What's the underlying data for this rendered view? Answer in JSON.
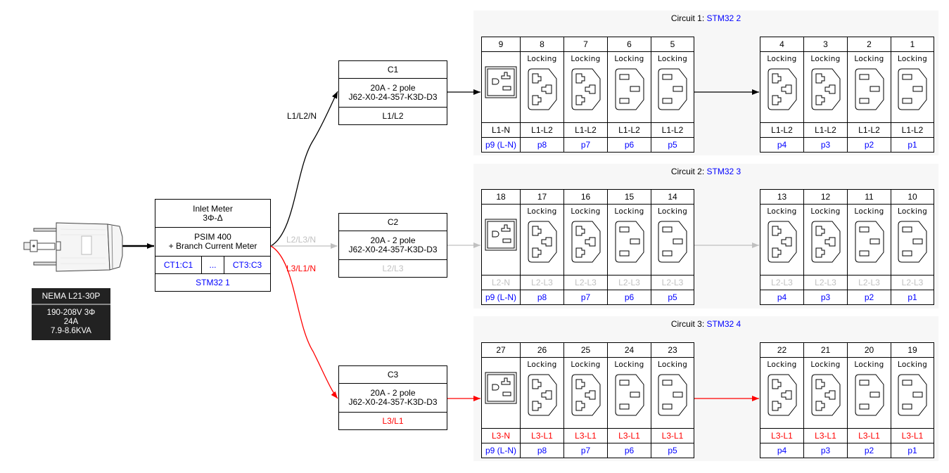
{
  "inlet": {
    "plug_type": "NEMA L21-30P",
    "specs": [
      "190-208V 3Φ",
      "24A",
      "7.9-8.6KVA"
    ]
  },
  "meter": {
    "title_lines": [
      "Inlet Meter",
      "3Φ-Δ"
    ],
    "model_lines": [
      "PSIM 400",
      "+ Branch Current Meter"
    ],
    "ct_cells": [
      "CT1:C1",
      "...",
      "CT3:C3"
    ],
    "controller": "STM32 1"
  },
  "feeds": [
    {
      "label": "L1/L2/N",
      "color": "#000000"
    },
    {
      "label": "L2/L3/N",
      "color": "#c0c0c0"
    },
    {
      "label": "L3/L1/N",
      "color": "#ff0000"
    }
  ],
  "breakers": [
    {
      "name": "C1",
      "rating": "20A - 2 pole",
      "part": "J62-X0-24-357-K3D-D3",
      "phase": "L1/L2",
      "phase_color": "#000000"
    },
    {
      "name": "C2",
      "rating": "20A - 2 pole",
      "part": "J62-X0-24-357-K3D-D3",
      "phase": "L2/L3",
      "phase_color": "#c0c0c0"
    },
    {
      "name": "C3",
      "rating": "20A - 2 pole",
      "part": "J62-X0-24-357-K3D-D3",
      "phase": "L3/L1",
      "phase_color": "#ff0000"
    }
  ],
  "circuits": [
    {
      "title_prefix": "Circuit 1: ",
      "controller": "STM32 2",
      "color": "#000000",
      "group_a": [
        {
          "num": "9",
          "type": "nema-5-20r",
          "locking": "",
          "phase": "L1-N",
          "port": "p9 (L-N)"
        },
        {
          "num": "8",
          "type": "c19",
          "locking": "Locking",
          "phase": "L1-L2",
          "port": "p8"
        },
        {
          "num": "7",
          "type": "c19",
          "locking": "Locking",
          "phase": "L1-L2",
          "port": "p7"
        },
        {
          "num": "6",
          "type": "c13",
          "locking": "Locking",
          "phase": "L1-L2",
          "port": "p6"
        },
        {
          "num": "5",
          "type": "c13",
          "locking": "Locking",
          "phase": "L1-L2",
          "port": "p5"
        }
      ],
      "group_b": [
        {
          "num": "4",
          "type": "c19",
          "locking": "Locking",
          "phase": "L1-L2",
          "port": "p4"
        },
        {
          "num": "3",
          "type": "c19",
          "locking": "Locking",
          "phase": "L1-L2",
          "port": "p3"
        },
        {
          "num": "2",
          "type": "c13",
          "locking": "Locking",
          "phase": "L1-L2",
          "port": "p2"
        },
        {
          "num": "1",
          "type": "c13",
          "locking": "Locking",
          "phase": "L1-L2",
          "port": "p1"
        }
      ]
    },
    {
      "title_prefix": "Circuit 2: ",
      "controller": "STM32 3",
      "color": "#c0c0c0",
      "group_a": [
        {
          "num": "18",
          "type": "nema-5-20r",
          "locking": "",
          "phase": "L2-N",
          "port": "p9 (L-N)"
        },
        {
          "num": "17",
          "type": "c19",
          "locking": "Locking",
          "phase": "L2-L3",
          "port": "p8"
        },
        {
          "num": "16",
          "type": "c19",
          "locking": "Locking",
          "phase": "L2-L3",
          "port": "p7"
        },
        {
          "num": "15",
          "type": "c13",
          "locking": "Locking",
          "phase": "L2-L3",
          "port": "p6"
        },
        {
          "num": "14",
          "type": "c13",
          "locking": "Locking",
          "phase": "L2-L3",
          "port": "p5"
        }
      ],
      "group_b": [
        {
          "num": "13",
          "type": "c19",
          "locking": "Locking",
          "phase": "L2-L3",
          "port": "p4"
        },
        {
          "num": "12",
          "type": "c19",
          "locking": "Locking",
          "phase": "L2-L3",
          "port": "p3"
        },
        {
          "num": "11",
          "type": "c13",
          "locking": "Locking",
          "phase": "L2-L3",
          "port": "p2"
        },
        {
          "num": "10",
          "type": "c13",
          "locking": "Locking",
          "phase": "L2-L3",
          "port": "p1"
        }
      ]
    },
    {
      "title_prefix": "Circuit 3: ",
      "controller": "STM32 4",
      "color": "#ff0000",
      "group_a": [
        {
          "num": "27",
          "type": "nema-5-20r",
          "locking": "",
          "phase": "L3-N",
          "port": "p9 (L-N)"
        },
        {
          "num": "26",
          "type": "c19",
          "locking": "Locking",
          "phase": "L3-L1",
          "port": "p8"
        },
        {
          "num": "25",
          "type": "c19",
          "locking": "Locking",
          "phase": "L3-L1",
          "port": "p7"
        },
        {
          "num": "24",
          "type": "c13",
          "locking": "Locking",
          "phase": "L3-L1",
          "port": "p6"
        },
        {
          "num": "23",
          "type": "c13",
          "locking": "Locking",
          "phase": "L3-L1",
          "port": "p5"
        }
      ],
      "group_b": [
        {
          "num": "22",
          "type": "c19",
          "locking": "Locking",
          "phase": "L3-L1",
          "port": "p4"
        },
        {
          "num": "21",
          "type": "c19",
          "locking": "Locking",
          "phase": "L3-L1",
          "port": "p3"
        },
        {
          "num": "20",
          "type": "c13",
          "locking": "Locking",
          "phase": "L3-L1",
          "port": "p2"
        },
        {
          "num": "19",
          "type": "c13",
          "locking": "Locking",
          "phase": "L3-L1",
          "port": "p1"
        }
      ]
    }
  ]
}
